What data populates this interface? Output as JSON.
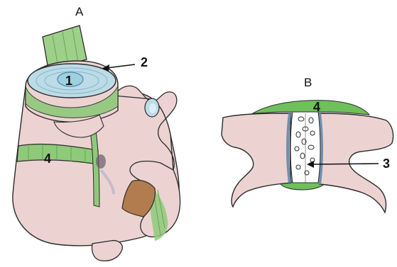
{
  "panels": [
    {
      "label": "A"
    },
    {
      "label": "B"
    }
  ],
  "labels": {
    "disc_nucleus": "1",
    "disc_annulus": "2",
    "joint_cavity": "3",
    "ligament_a": "4",
    "ligament_b": "4"
  },
  "colors": {
    "bone": "#ecd3d1",
    "bone_outline": "#2b2b2b",
    "ligament": "#8fc97a",
    "ligament_dark": "#5fa85a",
    "disc": "#bcdbe6",
    "disc_center": "#9ed0e0",
    "cartilage": "#6f8fb0",
    "brown": "#b27c4e"
  }
}
